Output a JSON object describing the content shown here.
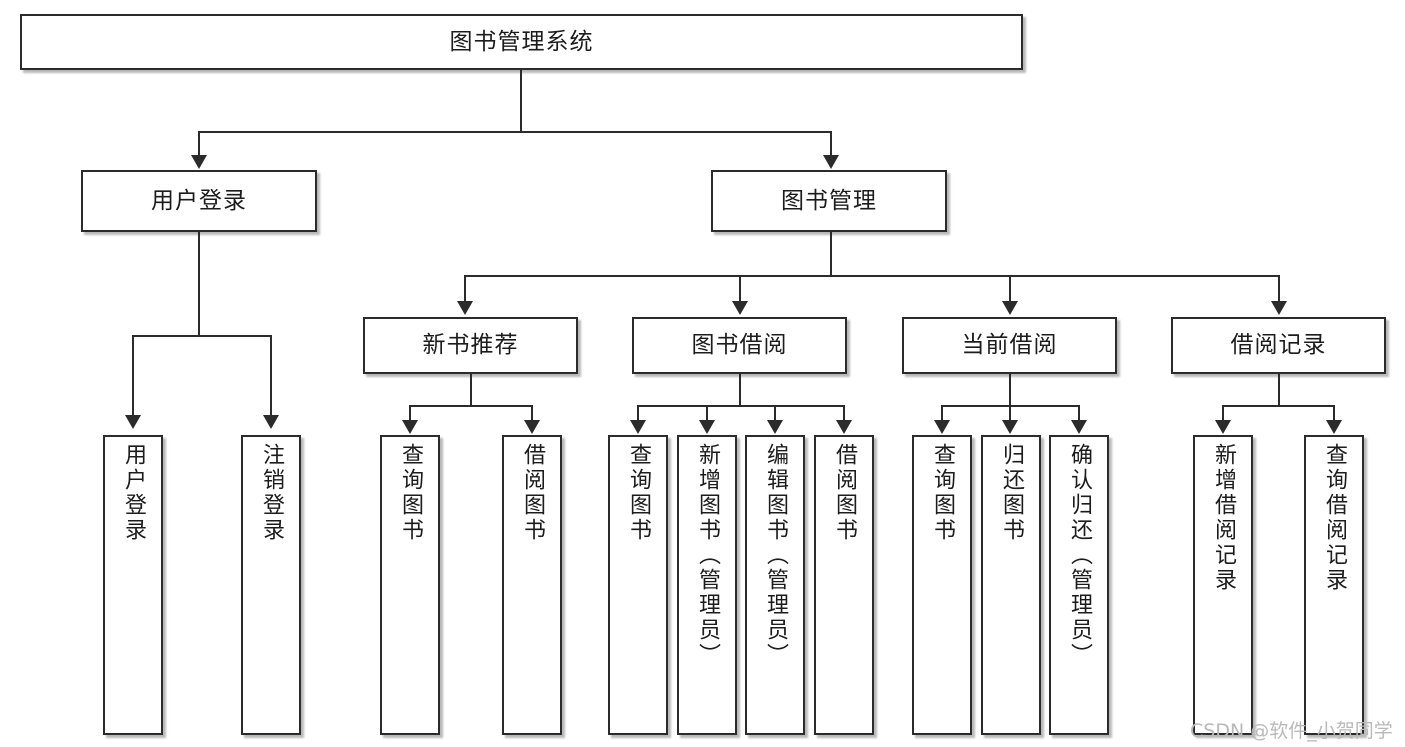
{
  "diagram": {
    "title": "图书管理系统",
    "watermark": "CSDN @软件_小贺同学",
    "colors": {
      "stroke": "#2b2b2b",
      "fill": "#ffffff",
      "text": "#1c1c1c",
      "watermark": "#b9b9b9"
    },
    "root": {
      "label": "图书管理系统"
    },
    "branches": [
      {
        "label": "用户登录"
      },
      {
        "label": "图书管理"
      }
    ],
    "subbranches": [
      {
        "label": "新书推荐"
      },
      {
        "label": "图书借阅"
      },
      {
        "label": "当前借阅"
      },
      {
        "label": "借阅记录"
      }
    ],
    "leaves": {
      "user_login": [
        {
          "label": "用户登录"
        },
        {
          "label": "注销登录"
        }
      ],
      "new_book": [
        {
          "label": "查询图书"
        },
        {
          "label": "借阅图书"
        }
      ],
      "book_borrow": [
        {
          "label": "查询图书"
        },
        {
          "label": "新增图书（管理员）"
        },
        {
          "label": "编辑图书（管理员）"
        },
        {
          "label": "借阅图书"
        }
      ],
      "current_borrow": [
        {
          "label": "查询图书"
        },
        {
          "label": "归还图书"
        },
        {
          "label": "确认归还（管理员）"
        }
      ],
      "borrow_record": [
        {
          "label": "新增借阅记录"
        },
        {
          "label": "查询借阅记录"
        }
      ]
    }
  }
}
